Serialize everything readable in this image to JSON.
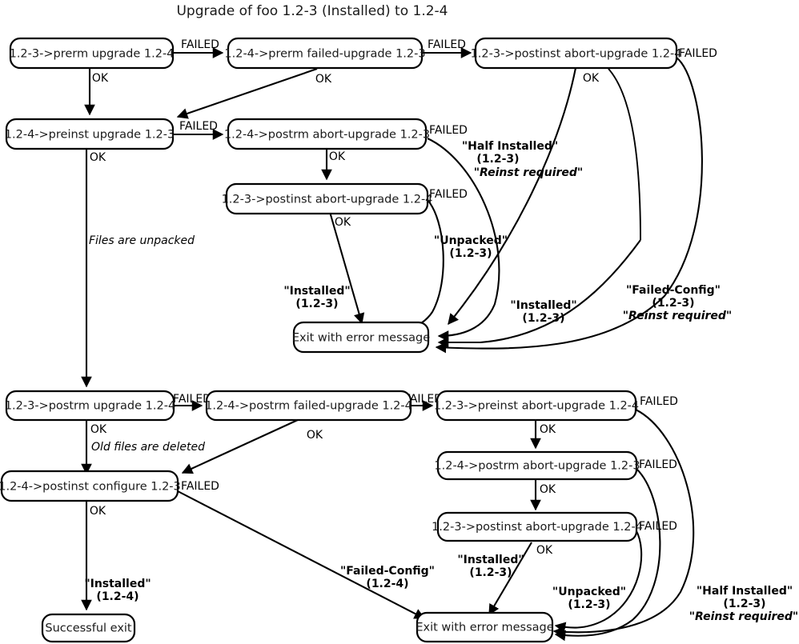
{
  "title": "Upgrade of foo 1.2-3 (Installed) to 1.2-4",
  "nodes": {
    "prerm_upgrade": "1.2-3->prerm upgrade 1.2-4",
    "prerm_failed_upgrade": "1.2-4->prerm failed-upgrade 1.2-3",
    "postinst_abort_upgrade_top": "1.2-3->postinst abort-upgrade 1.2-4",
    "preinst_upgrade": "1.2-4->preinst upgrade 1.2-3",
    "postrm_abort_upgrade_mid": "1.2-4->postrm abort-upgrade 1.2-3",
    "postinst_abort_upgrade_mid": "1.2-3->postinst abort-upgrade 1.2-4",
    "exit_error_top": "Exit with error message",
    "postrm_upgrade": "1.2-3->postrm upgrade 1.2-4",
    "postrm_failed_upgrade": "1.2-4->postrm failed-upgrade 1.2-4",
    "preinst_abort_upgrade": "1.2-3->preinst abort-upgrade 1.2-4",
    "postinst_configure": "1.2-4->postinst configure 1.2-3",
    "postrm_abort_upgrade_bottom": "1.2-4->postrm abort-upgrade 1.2-3",
    "postinst_abort_upgrade_bottom": "1.2-3->postinst abort-upgrade 1.2-4",
    "exit_error_bottom": "Exit with error message",
    "successful_exit": "Successful exit"
  },
  "edge_labels": {
    "failed": "FAILED",
    "ok": "OK"
  },
  "notes": {
    "files_unpacked": "Files are unpacked",
    "old_files_deleted": "Old files are deleted"
  },
  "states": {
    "half_installed_name": "\"Half Installed\"",
    "half_installed_ver": "(1.2-3)",
    "reinst_required": "\"Reinst required\"",
    "unpacked_name": "\"Unpacked\"",
    "unpacked_ver": "(1.2-3)",
    "installed_name": "\"Installed\"",
    "installed_ver_123": "(1.2-3)",
    "installed_ver_124": "(1.2-4)",
    "failed_config_name": "\"Failed-Config\"",
    "failed_config_ver_123": "(1.2-3)",
    "failed_config_ver_124": "(1.2-4)"
  },
  "colors": {
    "stroke": "#000000",
    "background": "#ffffff",
    "text": "#1a1a1a"
  }
}
